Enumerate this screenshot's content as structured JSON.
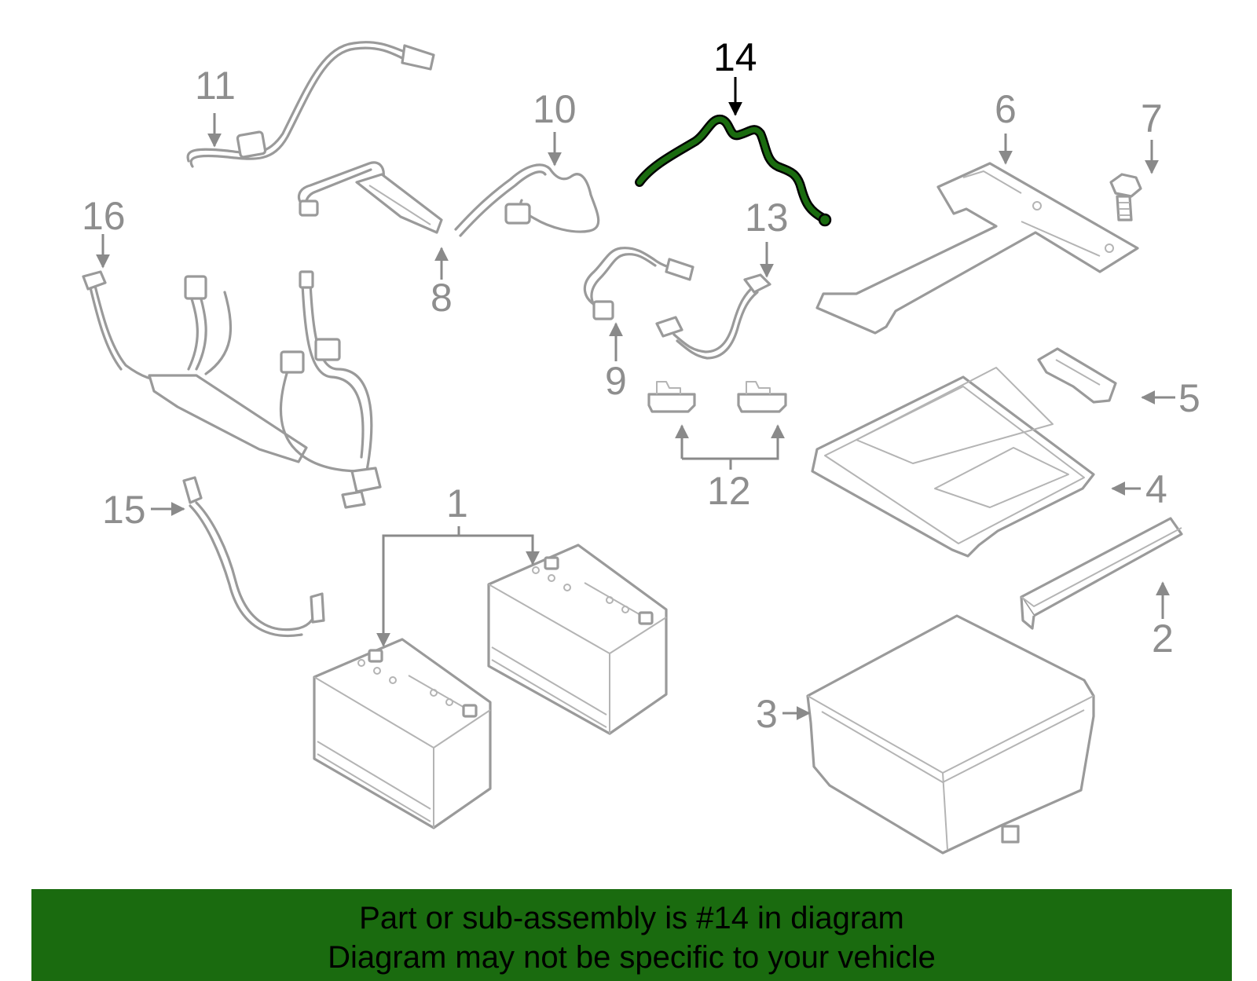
{
  "diagram": {
    "highlight_color": "#1a6b0f",
    "part_color": "#9a9a9a",
    "callouts": [
      {
        "id": "1",
        "label": "1"
      },
      {
        "id": "2",
        "label": "2"
      },
      {
        "id": "3",
        "label": "3"
      },
      {
        "id": "4",
        "label": "4"
      },
      {
        "id": "5",
        "label": "5"
      },
      {
        "id": "6",
        "label": "6"
      },
      {
        "id": "7",
        "label": "7"
      },
      {
        "id": "8",
        "label": "8"
      },
      {
        "id": "9",
        "label": "9"
      },
      {
        "id": "10",
        "label": "10"
      },
      {
        "id": "11",
        "label": "11"
      },
      {
        "id": "12",
        "label": "12"
      },
      {
        "id": "13",
        "label": "13"
      },
      {
        "id": "14",
        "label": "14",
        "highlighted": true
      },
      {
        "id": "15",
        "label": "15"
      },
      {
        "id": "16",
        "label": "16"
      }
    ]
  },
  "footer": {
    "background": "#1a6b0f",
    "line1": "Part or sub-assembly is #14 in diagram",
    "line2": "Diagram may not be specific to your vehicle"
  }
}
